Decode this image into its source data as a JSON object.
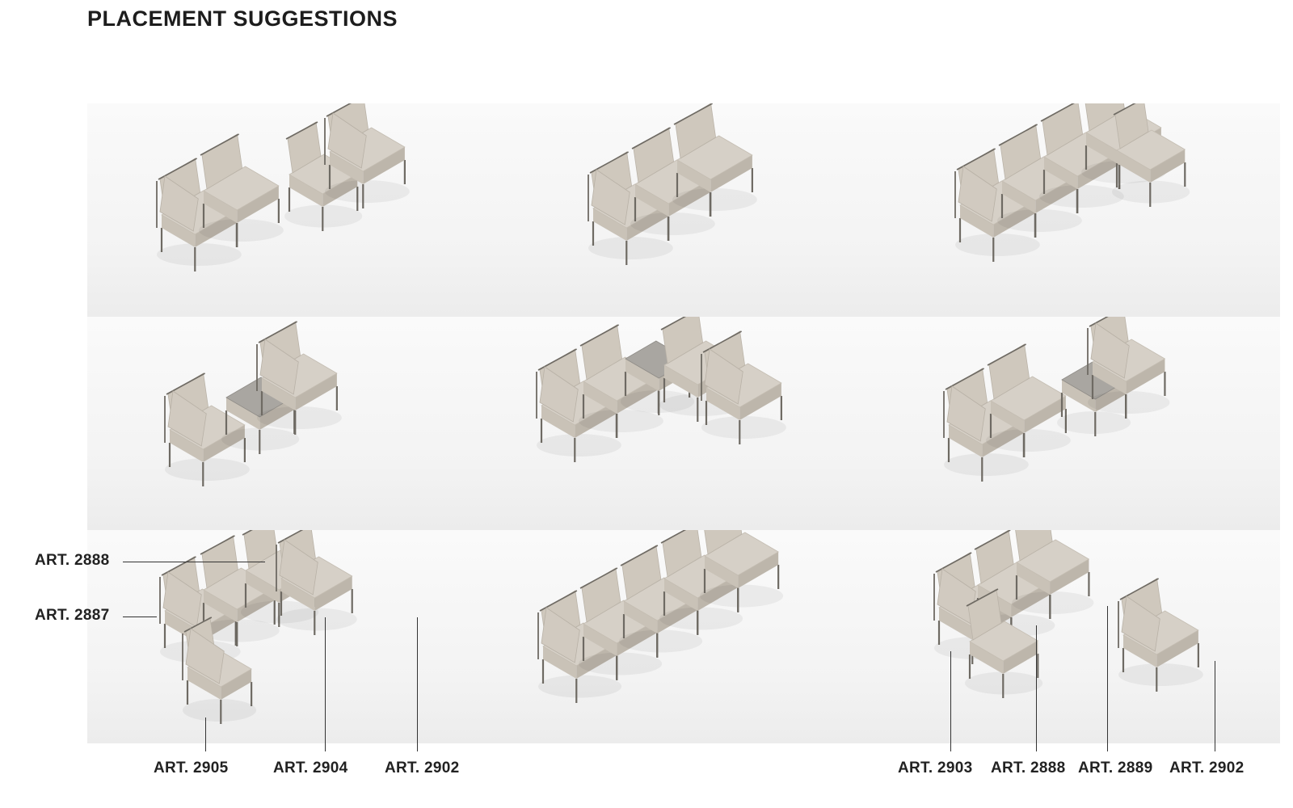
{
  "header": {
    "title": "PLACEMENT SUGGESTIONS"
  },
  "colors": {
    "fabric": "#d6d0c7",
    "fabric_shadow": "#bdb6ab",
    "frame": "#6e6a63",
    "terrazzo": "#a9a6a1"
  },
  "labels": {
    "left_2888": "ART. 2888",
    "left_2887": "ART. 2887",
    "bottom_2905": "ART. 2905",
    "bottom_2904": "ART. 2904",
    "bottom_2902a": "ART. 2902",
    "bottom_2903": "ART. 2903",
    "bottom_2888": "ART. 2888",
    "bottom_2889": "ART. 2889",
    "bottom_2902b": "ART. 2902"
  }
}
